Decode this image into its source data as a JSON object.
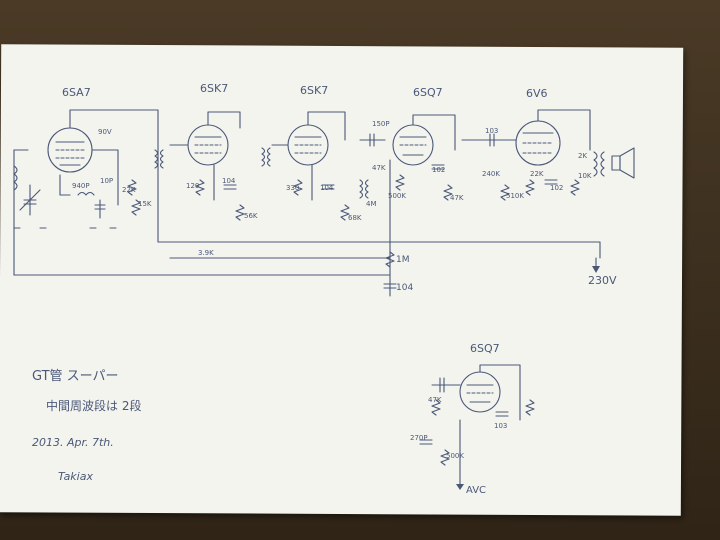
{
  "colors": {
    "ink": "#4a5878",
    "paper": "#f4f4ef",
    "table": "#3a2e1e"
  },
  "tubes": {
    "t1": "6SA7",
    "t2": "6SK7",
    "t3": "6SK7",
    "t4": "6SQ7",
    "t5": "6V6",
    "t6": "6SQ7"
  },
  "components": {
    "r_90v": "90V",
    "c_10p": "10P",
    "c_940p": "940P",
    "r_22k_a": "22K",
    "r_15k": "15K",
    "r_120": "120",
    "c_104_a": "104",
    "r_56k": "56K",
    "r_330": "330",
    "c_104_b": "104",
    "r_68k": "68K",
    "c_150p": "150P",
    "r_47k_a": "47K",
    "r_4m": "4M",
    "r_500k": "500K",
    "c_102_a": "102",
    "r_47k_b": "47K",
    "c_103": "103",
    "r_240k": "240K",
    "r_510k": "510K",
    "r_22k_b": "22K",
    "c_10_2": "102",
    "r_10k": "10K",
    "r_2k": "2K",
    "r_3_9k": "3.9K",
    "r_1m": "1M",
    "c_104_c": "104",
    "b_plus": "230V",
    "detail_47k": "47K",
    "detail_270p": "270P",
    "detail_500k": "500K",
    "detail_103": "103",
    "avc": "AVC"
  },
  "notes": {
    "title": "GT管 スーパー",
    "subtitle": "中間周波段は 2段",
    "date": "2013. Apr. 7th.",
    "author": "Takiax"
  }
}
